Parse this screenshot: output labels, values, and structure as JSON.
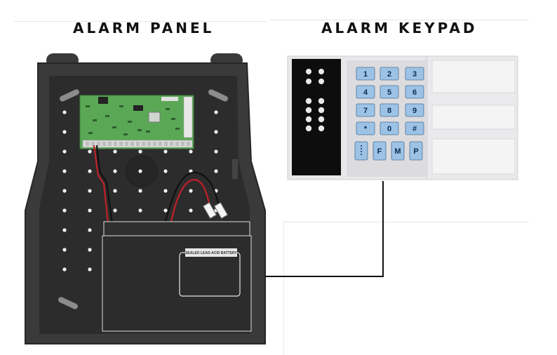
{
  "titles": {
    "panel": "ALARM PANEL",
    "keypad": "ALARM KEYPAD"
  },
  "battery": {
    "label": "SEALED LEAD-ACID BATTERY"
  },
  "keypad": {
    "keys": [
      {
        "id": "key-1",
        "label": "1"
      },
      {
        "id": "key-2",
        "label": "2"
      },
      {
        "id": "key-3",
        "label": "3"
      },
      {
        "id": "key-4",
        "label": "4"
      },
      {
        "id": "key-5",
        "label": "5"
      },
      {
        "id": "key-6",
        "label": "6"
      },
      {
        "id": "key-7",
        "label": "7"
      },
      {
        "id": "key-8",
        "label": "8"
      },
      {
        "id": "key-9",
        "label": "9"
      },
      {
        "id": "key-star",
        "label": "*"
      },
      {
        "id": "key-0",
        "label": "0"
      },
      {
        "id": "key-hash",
        "label": "#"
      },
      {
        "id": "key-blank",
        "label": ""
      },
      {
        "id": "key-f",
        "label": "F"
      },
      {
        "id": "key-m",
        "label": "M"
      },
      {
        "id": "key-p",
        "label": "P"
      }
    ],
    "zone_leds": [
      "1",
      "2",
      "3",
      "4",
      "5",
      "6",
      "7",
      "8"
    ]
  },
  "colors": {
    "enclosure": "#3a3a3a",
    "enclosure_inner": "#2b2b2b",
    "pcb": "#5aa856",
    "key_fill": "#9cc3e6",
    "keypad_body": "#e4e4e6",
    "wire_red": "#c0202a",
    "wire_black": "#111111"
  }
}
